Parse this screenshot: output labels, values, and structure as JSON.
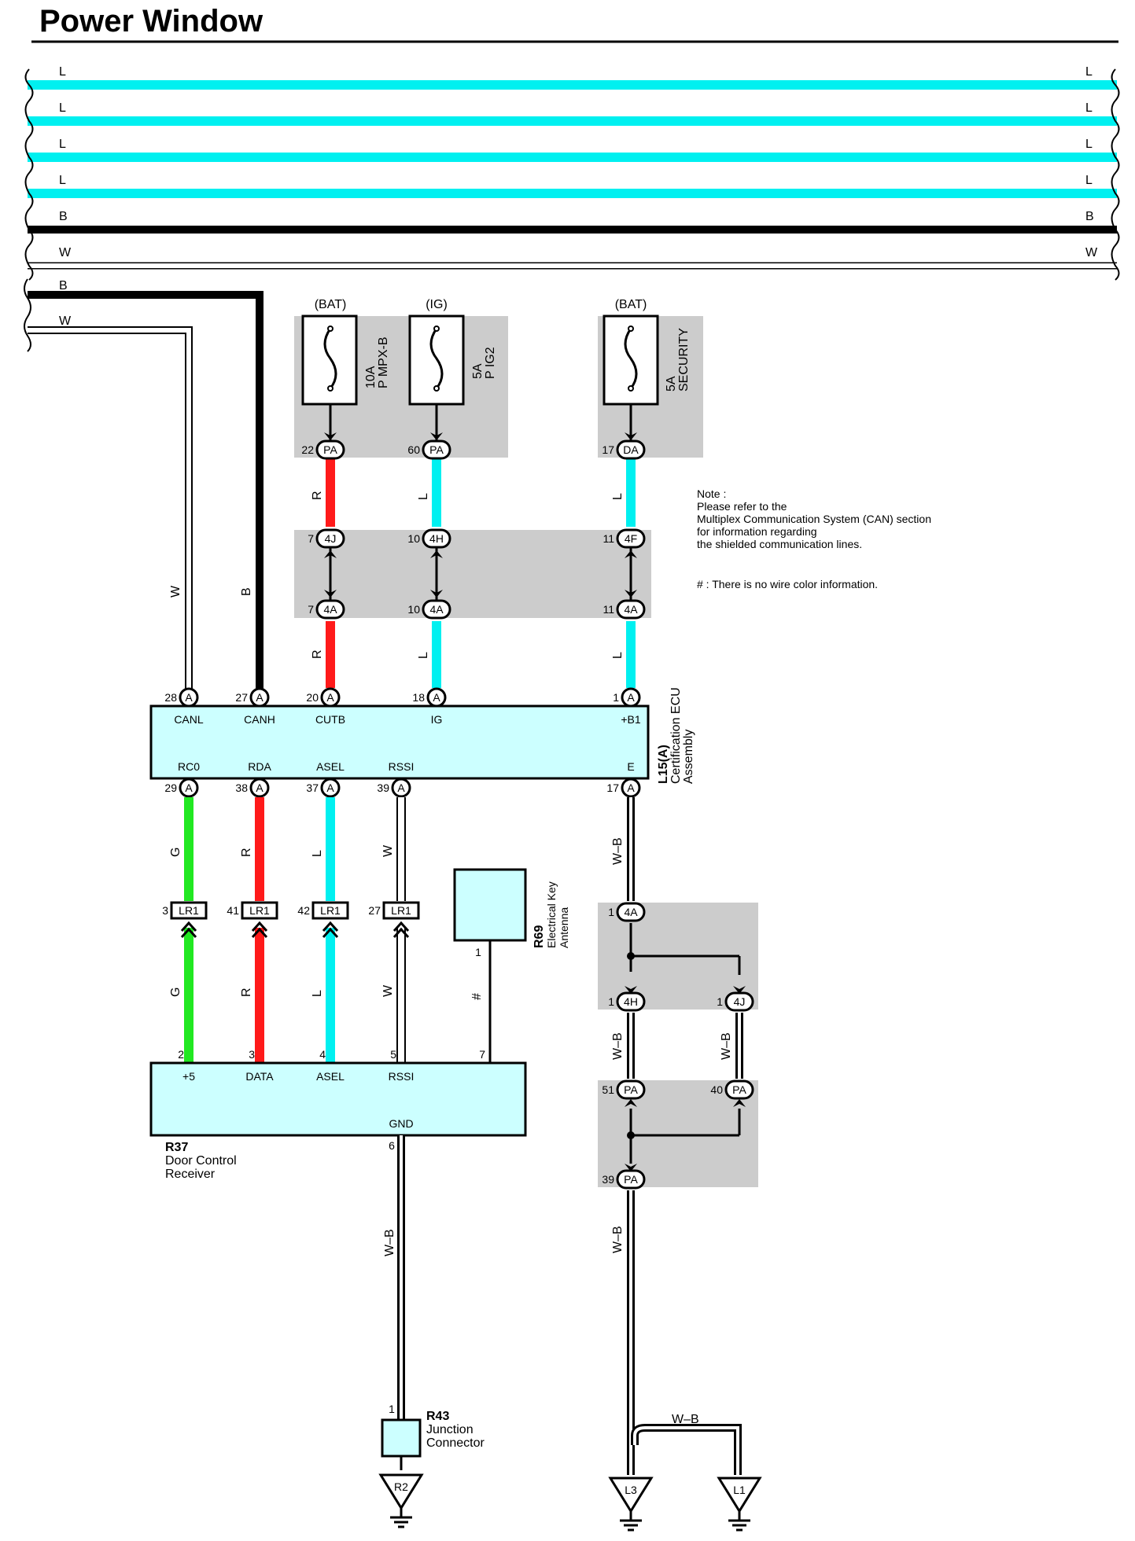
{
  "title": "Power Window",
  "colors": {
    "L": "#00f0f0",
    "R": "#ff1a1a",
    "G": "#22e822",
    "B": "#000000",
    "W": "#ffffff",
    "gray_box": "#cccccc",
    "ecu_fill": "#ccffff"
  },
  "bus_lines": [
    {
      "label_left": "L",
      "label_right": "L",
      "color": "L"
    },
    {
      "label_left": "L",
      "label_right": "L",
      "color": "L"
    },
    {
      "label_left": "L",
      "label_right": "L",
      "color": "L"
    },
    {
      "label_left": "L",
      "label_right": "L",
      "color": "L"
    },
    {
      "label_left": "B",
      "label_right": "B",
      "color": "B"
    },
    {
      "label_left": "W",
      "label_right": "W",
      "color": "W"
    }
  ],
  "side_wires": {
    "b_label": "B",
    "w_label": "W"
  },
  "fuses": [
    {
      "source": "(BAT)",
      "rating": "10A",
      "name": "P MPX-B",
      "pin": "22",
      "connector": "PA"
    },
    {
      "source": "(IG)",
      "rating": "5A",
      "name": "P IG2",
      "pin": "60",
      "connector": "PA"
    },
    {
      "source": "(BAT)",
      "rating": "5A",
      "name": "SECURITY",
      "pin": "17",
      "connector": "DA"
    }
  ],
  "junctions": [
    {
      "upper_pin": "7",
      "upper_conn": "4J",
      "lower_pin": "7",
      "lower_conn": "4A",
      "wire": "R"
    },
    {
      "upper_pin": "10",
      "upper_conn": "4H",
      "lower_pin": "10",
      "lower_conn": "4A",
      "wire": "L"
    },
    {
      "upper_pin": "11",
      "upper_conn": "4F",
      "lower_pin": "11",
      "lower_conn": "4A",
      "wire": "L"
    }
  ],
  "note": {
    "lines": [
      "Note :",
      "Please refer to the",
      "Multiplex Communication System (CAN) section",
      "for information regarding",
      "the shielded communication lines."
    ],
    "hash_note": "# : There is no wire color information."
  },
  "ecu": {
    "id": "L15(A)",
    "name_lines": [
      "Certification ECU",
      "Assembly"
    ],
    "conn": "A",
    "top_pins": [
      {
        "num": "28",
        "label": "CANL"
      },
      {
        "num": "27",
        "label": "CANH"
      },
      {
        "num": "20",
        "label": "CUTB"
      },
      {
        "num": "18",
        "label": "IG"
      },
      {
        "num": "1",
        "label": "+B1"
      }
    ],
    "bottom_pins": [
      {
        "num": "29",
        "label": "RC0"
      },
      {
        "num": "38",
        "label": "RDA"
      },
      {
        "num": "37",
        "label": "ASEL"
      },
      {
        "num": "39",
        "label": "RSSI"
      },
      {
        "num": "17",
        "label": "E"
      }
    ],
    "wire_labels_top": [
      "W",
      "B",
      "R",
      "L",
      "L"
    ]
  },
  "lr1": {
    "conn": "LR1",
    "pins": [
      "3",
      "41",
      "42",
      "27"
    ],
    "wires_upper": [
      "G",
      "R",
      "L",
      "W"
    ],
    "wires_lower": [
      "G",
      "R",
      "L",
      "W"
    ]
  },
  "antenna": {
    "id": "R69",
    "name_lines": [
      "Electrical Key",
      "Antenna"
    ],
    "pin": "1",
    "wire": "#"
  },
  "receiver": {
    "id": "R37",
    "name_lines": [
      "Door Control",
      "Receiver"
    ],
    "pins": [
      {
        "num": "2",
        "label": "+5"
      },
      {
        "num": "3",
        "label": "DATA"
      },
      {
        "num": "4",
        "label": "ASEL"
      },
      {
        "num": "5",
        "label": "RSSI"
      },
      {
        "num": "7",
        "label": ""
      }
    ],
    "gnd_label": "GND",
    "gnd_pin": "6",
    "gnd_wire": "W–B"
  },
  "junction_connector": {
    "id": "R43",
    "name_lines": [
      "Junction",
      "Connector"
    ],
    "pin": "1"
  },
  "grounds": [
    "R2",
    "L3",
    "L1"
  ],
  "ground_path": {
    "wire": "W–B",
    "j1": {
      "pin": "1",
      "conn": "4A"
    },
    "j2a": {
      "pin": "1",
      "conn": "4H"
    },
    "j2b": {
      "pin": "1",
      "conn": "4J"
    },
    "pa_a": {
      "pin": "51",
      "conn": "PA"
    },
    "pa_b": {
      "pin": "40",
      "conn": "PA"
    },
    "pa_c": {
      "pin": "39",
      "conn": "PA"
    },
    "bottom_wire": "W–B"
  }
}
